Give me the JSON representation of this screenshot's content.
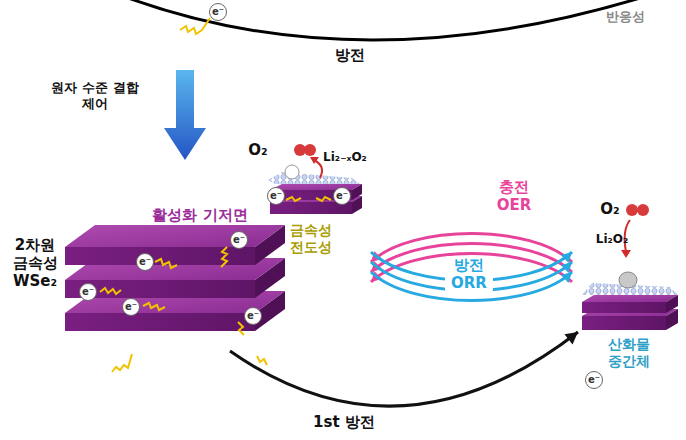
{
  "diagram": {
    "nodes": [
      {
        "text": [
          "활성화 기저면",
          "2차원 금속성 WSe₂"
        ]
      },
      {
        "text": [
          "금속성 전도성"
        ]
      },
      {
        "text": [
          "산화물 중간체"
        ]
      }
    ],
    "edges": [
      {
        "from": 0,
        "to": 2,
        "arrow": "to",
        "label": "1st 방전"
      },
      {
        "from": 2,
        "to": 1,
        "arrow": "to",
        "label": "충전 OER"
      },
      {
        "from": 1,
        "to": 2,
        "arrow": "to",
        "label": "방전 ORR"
      }
    ],
    "labels": [
      "반응성",
      "방전",
      "원자 수준 결합 제어",
      "O₂",
      "Li₂₋ₓO₂",
      "O₂",
      "Li₂O₂",
      "e⁻",
      "e⁻",
      "e⁻",
      "e⁻",
      "e⁻",
      "e⁻",
      "e⁻",
      "e⁻",
      "e⁻"
    ]
  }
}
